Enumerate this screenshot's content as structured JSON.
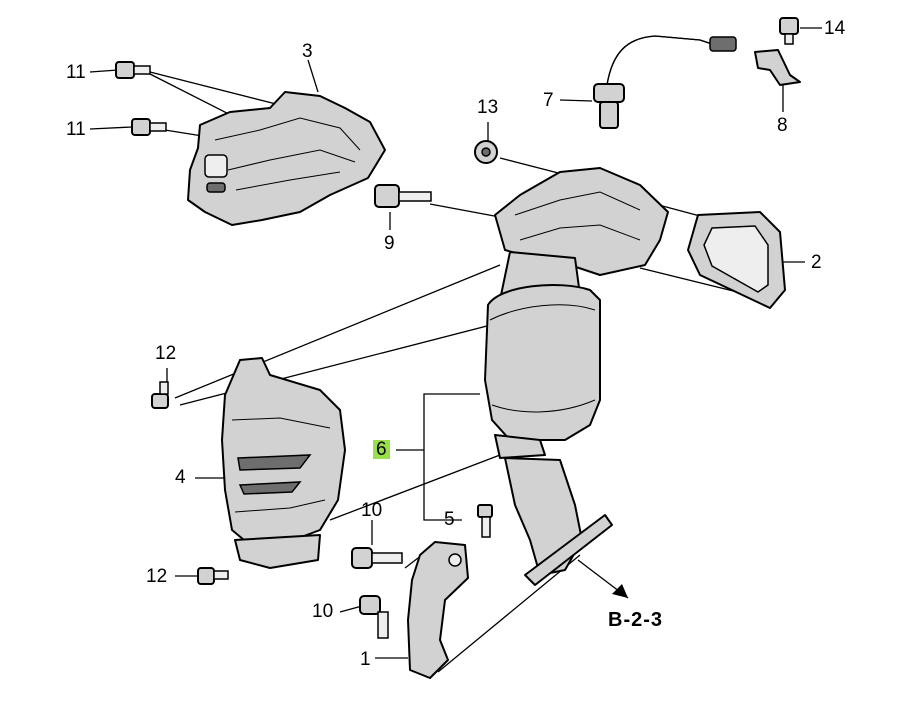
{
  "labels": {
    "p1": "1",
    "p2": "2",
    "p3": "3",
    "p4": "4",
    "p5": "5",
    "p6": "6",
    "p7": "7",
    "p8": "8",
    "p9": "9",
    "p10a": "10",
    "p10b": "10",
    "p11a": "11",
    "p11b": "11",
    "p12a": "12",
    "p12b": "12",
    "p13": "13",
    "p14": "14",
    "ref": "B-2-3"
  },
  "colors": {
    "highlight": "#9adf4b",
    "part_fill": "#d2d2d2"
  }
}
